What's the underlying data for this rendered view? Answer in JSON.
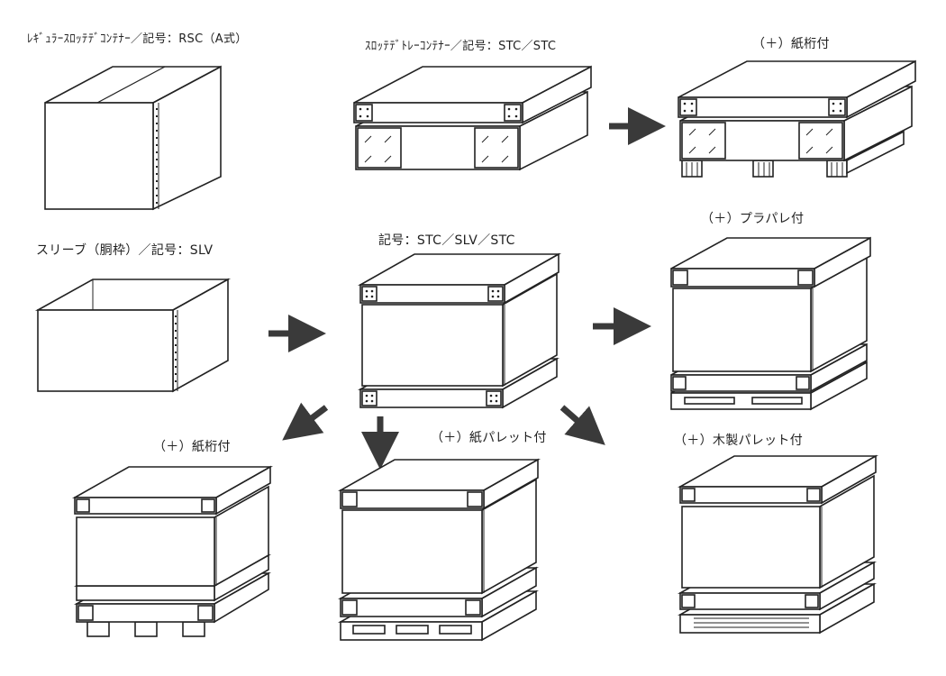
{
  "colors": {
    "line": "#222222",
    "paper": "#ffffff",
    "arrow": "#3a3a3a"
  },
  "labels": {
    "rsc": "ﾚｷﾞｭﾗｰｽﾛｯﾃﾃﾞｺﾝﾃﾅｰ／記号：RSC（A式）",
    "stc": "ｽﾛｯﾃﾃﾞﾄﾚｰｺﾝﾃﾅｰ／記号：STC／STC",
    "stc_paper_beam": "（＋）紙桁付",
    "slv": "スリーブ（胴枠）／記号：SLV",
    "stc_slv_stc": "記号：STC／SLV／STC",
    "plastic_pallet": "（＋）プラパレ付",
    "paper_beam": "（＋）紙桁付",
    "paper_pallet": "（＋）紙パレット付",
    "wood_pallet": "（＋）木製パレット付"
  },
  "illustrations": {
    "rsc_box": "regular slotted container",
    "stc_tray": "slotted tray container",
    "stc_tray_beams": "tray container with paper beams",
    "sleeve": "sleeve",
    "stc_slv_stc": "tray + sleeve + tray",
    "with_plastic_pallet": "with plastic pallet",
    "with_paper_beams": "with paper beams",
    "with_paper_pallet": "with paper pallet",
    "with_wood_pallet": "with wooden pallet"
  }
}
